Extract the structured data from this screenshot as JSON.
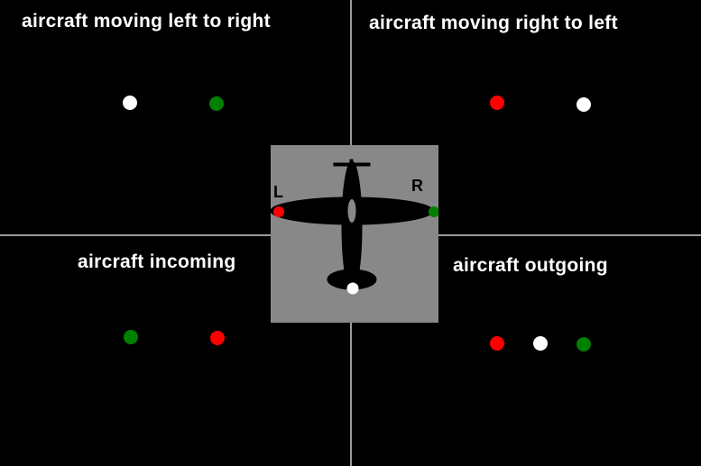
{
  "colors": {
    "background": "#000000",
    "divider": "#9a9a9a",
    "panel": "#888888",
    "white_light": "#ffffff",
    "red_light": "#ff0000",
    "green_light": "#008000",
    "plane": "#000000"
  },
  "quadrants": {
    "top_left": {
      "label": "aircraft moving left to right",
      "lights": [
        "white",
        "green"
      ]
    },
    "top_right": {
      "label": "aircraft moving right to left",
      "lights": [
        "red",
        "white"
      ]
    },
    "bottom_left": {
      "label": "aircraft incoming",
      "lights": [
        "green",
        "red"
      ]
    },
    "bottom_right": {
      "label": "aircraft outgoing",
      "lights": [
        "red",
        "white",
        "green"
      ]
    }
  },
  "plane": {
    "left_label": "L",
    "right_label": "R",
    "wingtip_left_light": "red",
    "wingtip_right_light": "green",
    "tail_light": "white",
    "icon": "aircraft-top-view-icon"
  }
}
